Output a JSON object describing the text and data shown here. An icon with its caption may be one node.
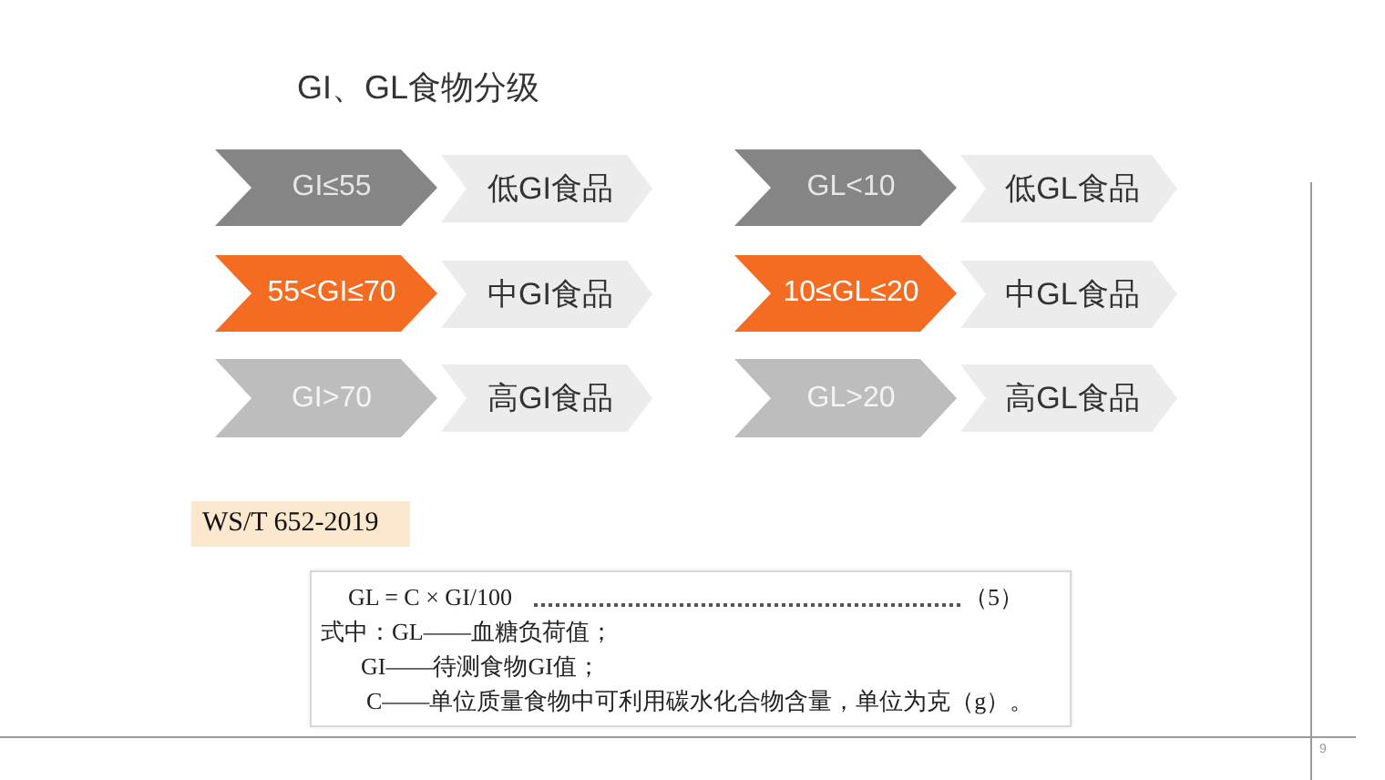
{
  "diagram": {
    "title": "GI、GL食物分级",
    "nodes": [
      {
        "text": [
          "GI≤55"
        ]
      },
      {
        "text": [
          "低GI食品"
        ]
      },
      {
        "text": [
          "GL<10"
        ]
      },
      {
        "text": [
          "低GL食品"
        ]
      },
      {
        "text": [
          "55<GI≤70"
        ]
      },
      {
        "text": [
          "中GI食品"
        ]
      },
      {
        "text": [
          "10≤GL≤20"
        ]
      },
      {
        "text": [
          "中GL食品"
        ]
      },
      {
        "text": [
          "GI>70"
        ]
      },
      {
        "text": [
          "高GI食品"
        ]
      },
      {
        "text": [
          "GL>20"
        ]
      },
      {
        "text": [
          "高GL食品"
        ]
      },
      {
        "text": [
          "WS/T 652-2019"
        ]
      },
      {
        "text": [
          "GL = C × GI/100",
          "（5）",
          "式中：GL——血糖负荷值；",
          "GI——待测食物GI值；",
          "C——单位质量食物中可利用碳水化合物含量，单位为克（g）。"
        ]
      }
    ],
    "labels": [
      "9"
    ]
  }
}
